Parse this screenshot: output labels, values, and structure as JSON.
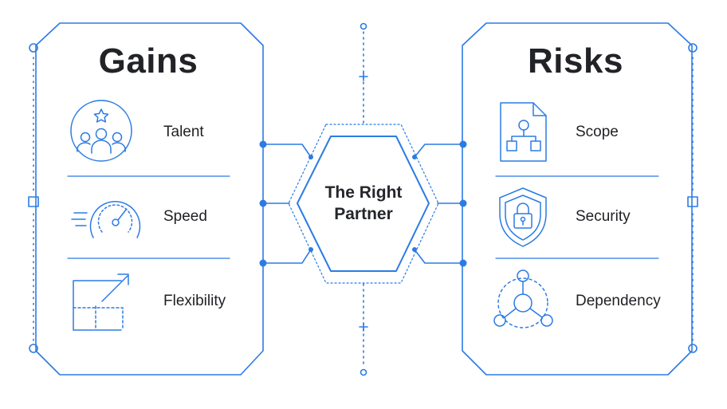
{
  "colors": {
    "accent": "#2b7be4",
    "text": "#222326"
  },
  "center": {
    "line1": "The Right",
    "line2": "Partner"
  },
  "gains": {
    "title": "Gains",
    "items": [
      {
        "label": "Talent",
        "icon": "team-star-icon"
      },
      {
        "label": "Speed",
        "icon": "speedometer-icon"
      },
      {
        "label": "Flexibility",
        "icon": "expand-arrow-icon"
      }
    ]
  },
  "risks": {
    "title": "Risks",
    "items": [
      {
        "label": "Scope",
        "icon": "flowchart-document-icon"
      },
      {
        "label": "Security",
        "icon": "shield-lock-icon"
      },
      {
        "label": "Dependency",
        "icon": "network-hub-icon"
      }
    ]
  }
}
